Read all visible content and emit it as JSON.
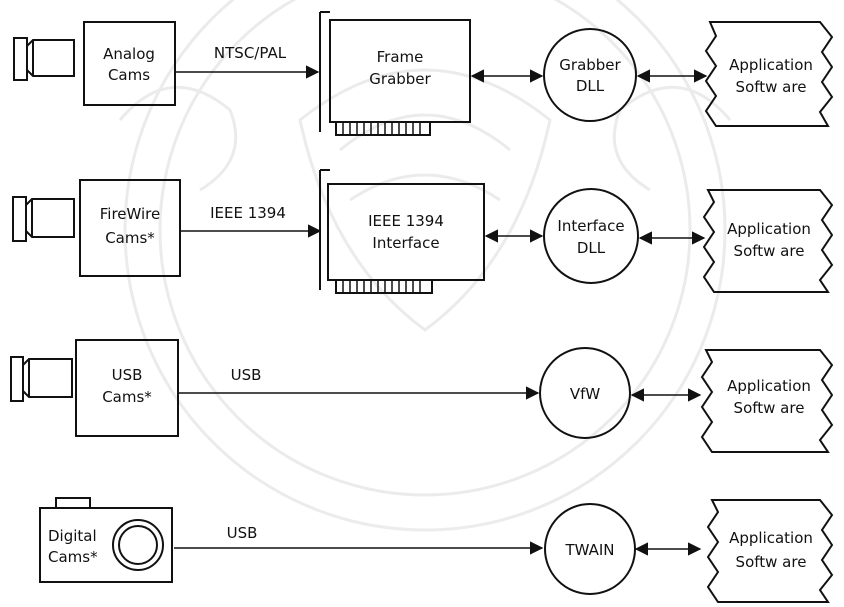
{
  "colors": {
    "ink": "#111111",
    "watermark": "#8a8a8a",
    "background": "#ffffff"
  },
  "rows": [
    {
      "device": [
        "Analog",
        "Cams"
      ],
      "link": "NTSC/PAL",
      "card": [
        "Frame",
        "Grabber"
      ],
      "driver": [
        "Grabber",
        "DLL"
      ],
      "app": [
        "Application",
        "Softw are"
      ]
    },
    {
      "device": [
        "FireWire",
        "Cams*"
      ],
      "link": "IEEE 1394",
      "card": [
        "IEEE 1394",
        "Interface"
      ],
      "driver": [
        "Interface",
        "DLL"
      ],
      "app": [
        "Application",
        "Softw are"
      ]
    },
    {
      "device": [
        "USB",
        "Cams*"
      ],
      "link": "USB",
      "driver": [
        "VfW"
      ],
      "app": [
        "Application",
        "Softw are"
      ]
    },
    {
      "device": [
        "Digital",
        "Cams*"
      ],
      "link": "USB",
      "driver": [
        "TWAIN"
      ],
      "app": [
        "Application",
        "Softw are"
      ]
    }
  ]
}
